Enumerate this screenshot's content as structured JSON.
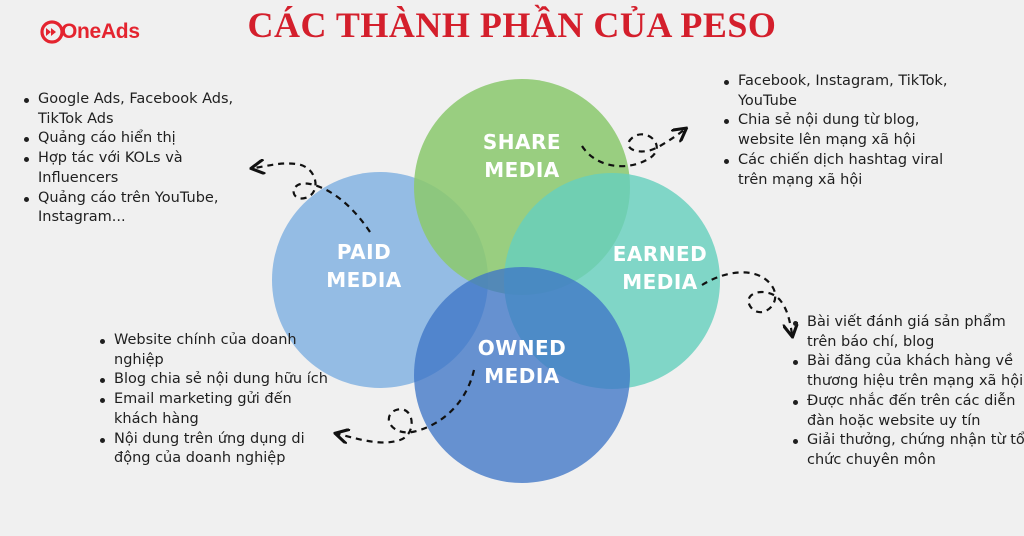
{
  "brand": {
    "name": "OneAds",
    "accent": "#e4242f"
  },
  "title": "CÁC THÀNH PHẦN CỦA PESO",
  "circles": {
    "share": {
      "line1": "SHARE",
      "line2": "MEDIA",
      "color": "#8cc870"
    },
    "paid": {
      "line1": "PAID",
      "line2": "MEDIA",
      "color": "#8ab6e2"
    },
    "earned": {
      "line1": "EARNED",
      "line2": "MEDIA",
      "color": "#66cfbd"
    },
    "owned": {
      "line1": "OWNED",
      "line2": "MEDIA",
      "color": "#4a7fcb"
    }
  },
  "lists": {
    "paid": [
      "Google Ads, Facebook Ads, TikTok Ads",
      "Quảng cáo hiển thị",
      "Hợp tác với KOLs và Influencers",
      "Quảng cáo trên YouTube, Instagram..."
    ],
    "share": [
      "Facebook, Instagram, TikTok, YouTube",
      "Chia sẻ nội dung từ blog, website lên mạng xã hội",
      "Các chiến dịch hashtag viral trên mạng xã hội"
    ],
    "owned": [
      "Website chính của doanh nghiệp",
      "Blog chia sẻ nội dung hữu ích",
      "Email marketing gửi đến khách hàng",
      "Nội dung trên ứng dụng di động của doanh nghiệp"
    ],
    "earned": [
      "Bài viết đánh giá sản phẩm trên báo chí, blog",
      "Bài đăng của khách hàng về thương hiệu trên mạng xã hội",
      "Được nhắc đến trên các diễn đàn hoặc website uy tín",
      "Giải thưởng, chứng nhận từ tổ chức chuyên môn"
    ]
  }
}
